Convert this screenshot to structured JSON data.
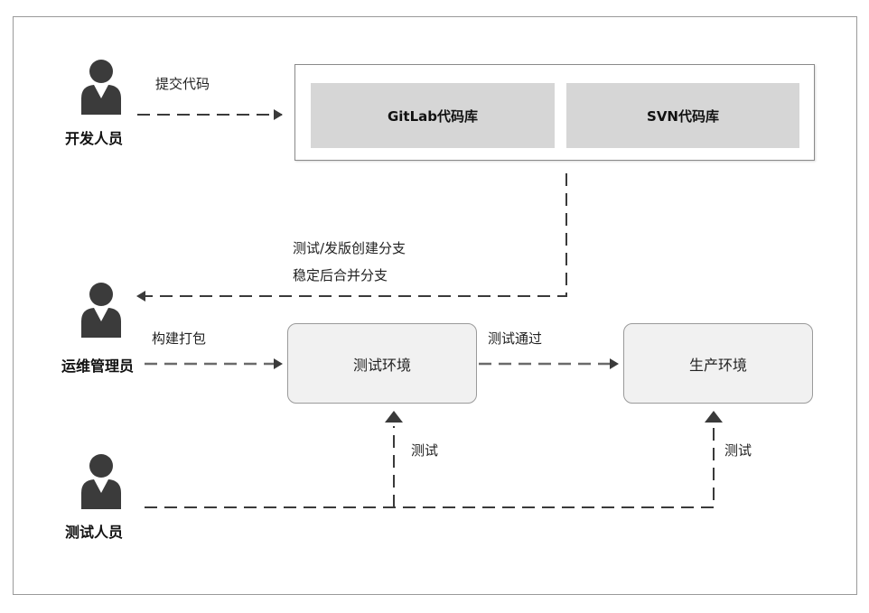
{
  "actors": {
    "developer": "开发人员",
    "ops_admin": "运维管理员",
    "tester": "测试人员"
  },
  "repositories": {
    "gitlab": "GitLab代码库",
    "svn": "SVN代码库"
  },
  "environments": {
    "test": "测试环境",
    "production": "生产环境"
  },
  "edge_labels": {
    "commit_code": "提交代码",
    "branch_line1": "测试/发版创建分支",
    "branch_line2": "稳定后合并分支",
    "build_package": "构建打包",
    "test_passed": "测试通过",
    "test_left": "测试",
    "test_right": "测试"
  },
  "icons": {
    "person": "person-icon"
  },
  "colors": {
    "line": "#3a3a3a",
    "repo_fill": "#d6d6d6",
    "env_fill": "#f1f1f1",
    "person": "#3b3b3b"
  }
}
